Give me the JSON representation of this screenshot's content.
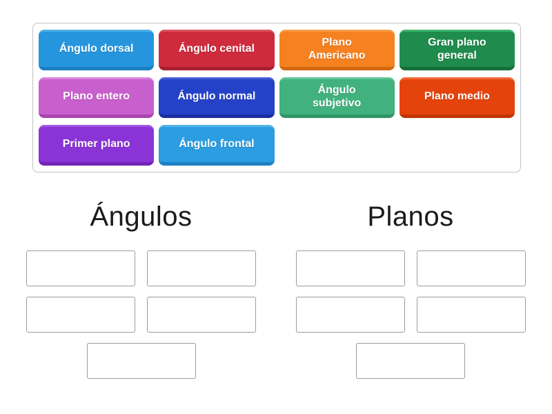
{
  "board": {
    "tray": {
      "chips": [
        {
          "label": "Ángulo dorsal",
          "base": "#2596dd",
          "light": "#4db0e8",
          "dark": "#1b7ec2"
        },
        {
          "label": "Ángulo cenital",
          "base": "#ce2b3d",
          "light": "#dc4f5c",
          "dark": "#a81f2f"
        },
        {
          "label": "Plano\nAmericano",
          "base": "#f68120",
          "light": "#f89d48",
          "dark": "#d2690e"
        },
        {
          "label": "Gran plano\ngeneral",
          "base": "#1f8b4c",
          "light": "#3cb368",
          "dark": "#156f3a"
        },
        {
          "label": "Plano entero",
          "base": "#c95ecd",
          "light": "#d883da",
          "dark": "#a945ae"
        },
        {
          "label": "Ángulo normal",
          "base": "#2442c8",
          "light": "#4660d6",
          "dark": "#192f9e"
        },
        {
          "label": "Ángulo\nsubjetivo",
          "base": "#41b27e",
          "light": "#63c497",
          "dark": "#2f9566"
        },
        {
          "label": "Plano medio",
          "base": "#e4430c",
          "light": "#ee6a3a",
          "dark": "#bf3507"
        },
        {
          "label": "Primer plano",
          "base": "#8a33d6",
          "light": "#a159e0",
          "dark": "#7123b6"
        },
        {
          "label": "Ángulo frontal",
          "base": "#2b9de0",
          "light": "#52b4ea",
          "dark": "#1d7fc4"
        }
      ]
    },
    "categories": [
      {
        "title": "Ángulos",
        "slots": [
          "",
          "",
          "",
          "",
          ""
        ]
      },
      {
        "title": "Planos",
        "slots": [
          "",
          "",
          "",
          "",
          ""
        ]
      }
    ]
  }
}
